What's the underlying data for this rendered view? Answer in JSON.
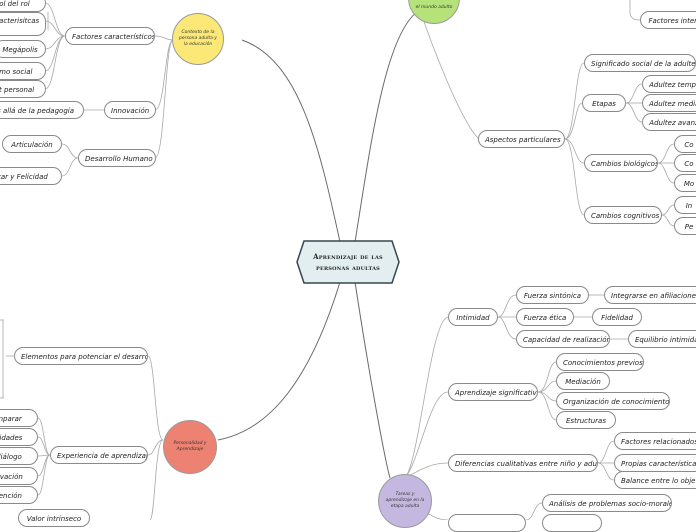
{
  "central": {
    "line1": "Aprendizaje de las",
    "line2": "personas adultas",
    "fill": "#e3eef1"
  },
  "topics": {
    "context": {
      "label": "Contexto de la persona adulta y la educación",
      "color": "#fbe876"
    },
    "world": {
      "label": "el mundo adulto",
      "color": "#b6e27a"
    },
    "personality": {
      "label": "Personalidad y Aprendizaje",
      "color": "#ee8272"
    },
    "tasks": {
      "label": "Tareas y aprendizaje en la etapa adulta",
      "color": "#c5b8e0"
    }
  },
  "left_top": {
    "factores": "Factores característicos",
    "f1": "rol del rol",
    "f2": "Caracterisitcas",
    "f3": "Megápolis",
    "f4": "ismo social",
    "f5": "ort personal",
    "innovacion": "Innovación",
    "pedagogia": "mas allá de la pedagogía",
    "desarrollo": "Desarrollo Humano",
    "articulacion": "Articulación",
    "bienestar": "estar y Felicidad"
  },
  "left_bottom": {
    "elementos": "Elementos para potenciar el desarrollo",
    "experiencia": "Experiencia de aprendizaje",
    "e1": "mparar",
    "e2": "cidades",
    "e3": "diálogo",
    "e4": "tivación",
    "e5": "tención",
    "valor": "Valor intrínseco"
  },
  "right_top": {
    "factores_int": "Factores interp",
    "aspectos": "Aspectos particulares",
    "significado": "Significado social de la adultez",
    "etapas": "Etapas",
    "temprana": "Adultez tempr",
    "media": "Adultez media",
    "avanzada": "Adultez avanz",
    "biologicos": "Cambios biológicos",
    "b1": "Co",
    "b2": "Co",
    "b3": "Mo",
    "cognitivos": "Cambios cognitivos",
    "c1": "In",
    "c2": "Pe"
  },
  "right_bottom": {
    "intimidad": "Intimidad",
    "fuerza_sintonica": "Fuerza sintónica",
    "integrarse": "Integrarse en afiliaciones so",
    "fuerza_etica": "Fuerza ética",
    "fidelidad": "Fidelidad",
    "capacidad": "Capacidad de realización",
    "equilibrio": "Equilibrio intimidad",
    "aprendizaje_sig": "Aprendizaje significativo",
    "conocimientos_previos": "Conocimientos previos",
    "mediacion": "Mediación",
    "organizacion": "Organización de conocimientos",
    "estructuras": "Estructuras",
    "diferencias": "Diferencias cualitativas entre niño y adulto",
    "factores_rel": "Factores relacionados c",
    "propias": "Propias características",
    "balance": "Balance entre lo objetiv",
    "analisis": "Análisis de problemas socio-morales"
  }
}
